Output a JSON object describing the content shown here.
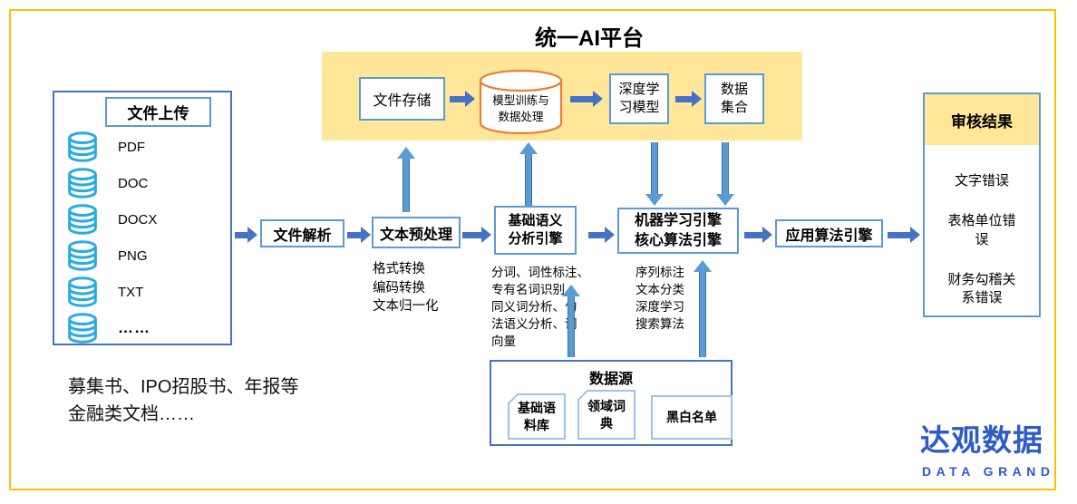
{
  "title": "统一AI平台",
  "colors": {
    "frame_gold": "#FFC000",
    "banner_yellow": "#FFE699",
    "box_border_blue": "#5B9BD5",
    "arrow_blue": "#4472C4",
    "vertical_arrow_blue": "#5B9BD5",
    "cylinder_orange": "#ED7D31",
    "database_cyan": "#29ABE2",
    "logo_blue": "#2E5BC7"
  },
  "banner": {
    "file_storage": "文件存储",
    "model_training": "模型训练与\n数据处理",
    "deep_learning_model": "深度学\n习模型",
    "data_collection": "数据\n集合"
  },
  "upload": {
    "title": "文件上传",
    "items": [
      "PDF",
      "DOC",
      "DOCX",
      "PNG",
      "TXT",
      "……"
    ]
  },
  "flow": {
    "file_parsing": "文件解析",
    "text_preprocessing": "文本预处理",
    "semantic_engine": "基础语义\n分析引擎",
    "ml_engine": "机器学习引擎\n核心算法引擎",
    "app_engine": "应用算法引擎"
  },
  "notes": {
    "preprocessing": "格式转换\n编码转换\n文本归一化",
    "semantic": "分词、词性标注、\n专有名词识别、\n同义词分析、句\n法语义分析、词\n向量",
    "ml": "序列标注\n文本分类\n深度学习\n搜索算法"
  },
  "data_source": {
    "title": "数据源",
    "items": [
      "基础语\n料库",
      "领域词\n典",
      "黑白名单"
    ]
  },
  "audit": {
    "title": "审核结果",
    "items": [
      "文字错误",
      "表格单位错\n误",
      "财务勾稽关\n系错误"
    ]
  },
  "caption": "募集书、IPO招股书、年报等\n金融类文档……",
  "logo": {
    "zh": "达观数据",
    "en": "DATA GRAND"
  }
}
